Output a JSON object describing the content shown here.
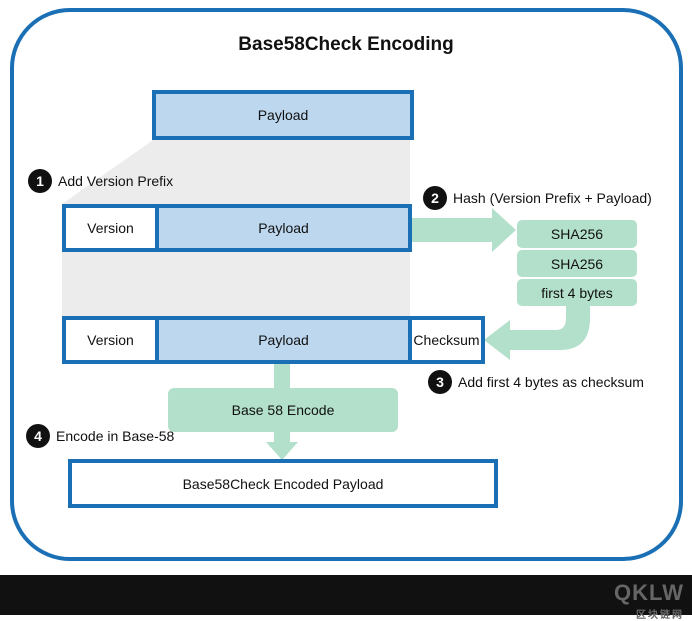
{
  "title": "Base58Check Encoding",
  "payload_label": "Payload",
  "version_label": "Version",
  "checksum_label": "Checksum",
  "steps": [
    {
      "num": "1",
      "label": "Add Version Prefix"
    },
    {
      "num": "2",
      "label": "Hash (Version Prefix + Payload)"
    },
    {
      "num": "3",
      "label": "Add first 4 bytes as checksum"
    },
    {
      "num": "4",
      "label": "Encode in Base-58"
    }
  ],
  "hash_steps": [
    "SHA256",
    "SHA256",
    "first 4 bytes"
  ],
  "encode_label": "Base 58 Encode",
  "result_label": "Base58Check Encoded Payload",
  "watermark": {
    "text": "QKLW",
    "subtext": "区块链网"
  },
  "colors": {
    "blue": "#1a6fb5",
    "light_blue": "#bcd7ee",
    "green": "#b3e0cb"
  }
}
